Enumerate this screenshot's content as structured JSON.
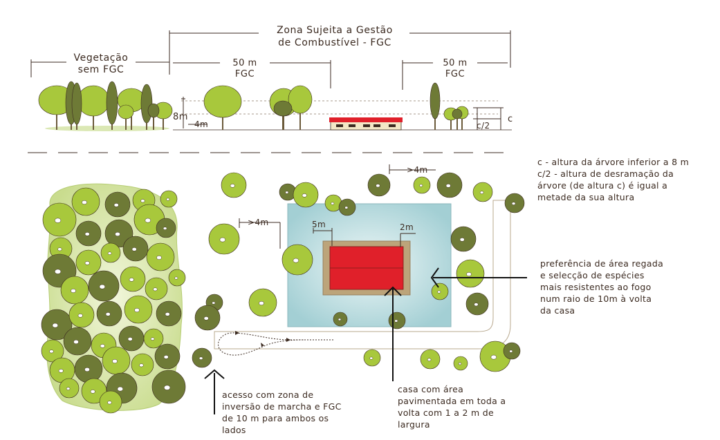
{
  "fgc_zone": {
    "line1": "Zona Sujeita a Gestão",
    "line2": "de Combustível - FGC"
  },
  "vegetation": {
    "line1": "Vegetação",
    "line2": "sem FGC"
  },
  "band_left": {
    "line1": "50 m",
    "line2": "FGC"
  },
  "band_right": {
    "line1": "50 m",
    "line2": "FGC"
  },
  "dims": {
    "height": "8m",
    "spacing": "4m",
    "c": "c",
    "c_half": "c/2",
    "plan_4m_left": ">4m",
    "plan_4m_top": ">4m",
    "plan_5m": "5m",
    "plan_2m": "2m"
  },
  "legend": [
    "c - altura da árvore inferior a 8 m",
    "c/2 - altura de desramação da",
    "árvore (de altura c) é igual a",
    "metade da sua altura"
  ],
  "note_irrigated": [
    "preferência de área regada",
    "e selecção de espécies",
    "mais resistentes ao fogo",
    "num raio de 10m à volta",
    "da casa"
  ],
  "note_access": [
    "acesso com zona de",
    "inversão de marcha e FGC",
    "de 10 m para ambos os",
    "lados"
  ],
  "note_house": [
    "casa com área",
    "pavimentada  em toda a",
    "volta com 1 a 2 m de",
    "largura"
  ],
  "colors": {
    "light_tree": "#a8c83c",
    "dark_tree": "#6e7a36",
    "trunk": "#6b5a3a",
    "zone": "#a9d3d7",
    "paving": "#bca47a",
    "roof": "#e0202a",
    "ink": "#3b2a20"
  }
}
